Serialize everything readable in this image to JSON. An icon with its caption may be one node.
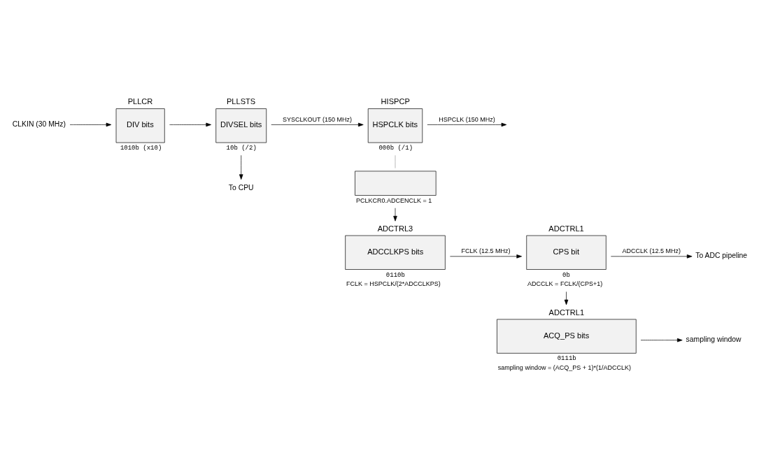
{
  "diagram": {
    "nodes": [
      {
        "text": [
          "CLKIN (30 MHz)"
        ]
      },
      {
        "text": [
          "PLLCR",
          "DIV bits"
        ],
        "beside": [
          "1010b (x10)"
        ]
      },
      {
        "text": [
          "PLLSTS",
          "DIVSEL bits"
        ],
        "beside": [
          "10b (/2)"
        ]
      },
      {
        "text": [
          "HISPCP",
          "HSPCLK bits"
        ],
        "beside": [
          "000b (/1)"
        ]
      },
      {
        "text": [],
        "shape": "box",
        "beside": [
          "PCLKCR0.ADCENCLK = 1"
        ]
      },
      {
        "text": [
          "ADCTRL3",
          "ADCCLKPS bits"
        ],
        "beside": [
          "0110b",
          "FCLK = HSPCLK/(2*ADCCLKPS)"
        ]
      },
      {
        "text": [
          "ADCTRL1",
          "CPS bit"
        ],
        "beside": [
          "0b",
          "ADCCLK = FCLK/(CPS+1)"
        ]
      },
      {
        "text": [
          "ADCTRL1",
          "ACQ_PS bits"
        ],
        "beside": [
          "0111b",
          "sampling window = (ACQ_PS + 1)*(1/ADCCLK)"
        ]
      },
      {
        "text": [
          "To CPU"
        ]
      },
      {
        "text": [
          "To ADC pipeline"
        ]
      },
      {
        "text": [
          "sampling window"
        ]
      }
    ],
    "edges": [
      {
        "from": 0,
        "to": 1,
        "arrow": "to"
      },
      {
        "from": 1,
        "to": 2,
        "arrow": "to"
      },
      {
        "from": 2,
        "to": 3,
        "arrow": "to",
        "label": "SYSCLKOUT (150 MHz)"
      },
      {
        "from": 2,
        "to": 8,
        "arrow": "to"
      },
      {
        "from": 3,
        "to": null,
        "arrow": "to",
        "label": "HSPCLK (150 MHz)"
      },
      {
        "from": 3,
        "to": 4,
        "arrow": "none",
        "color": "#999999"
      },
      {
        "from": 4,
        "to": 5,
        "arrow": "to"
      },
      {
        "from": 5,
        "to": 6,
        "arrow": "to",
        "label": "FCLK (12.5 MHz)"
      },
      {
        "from": 6,
        "to": 9,
        "arrow": "to",
        "label": "ADCCLK (12.5 MHz)"
      },
      {
        "from": 6,
        "to": 7,
        "arrow": "to"
      },
      {
        "from": 7,
        "to": 10,
        "arrow": "to"
      }
    ]
  }
}
